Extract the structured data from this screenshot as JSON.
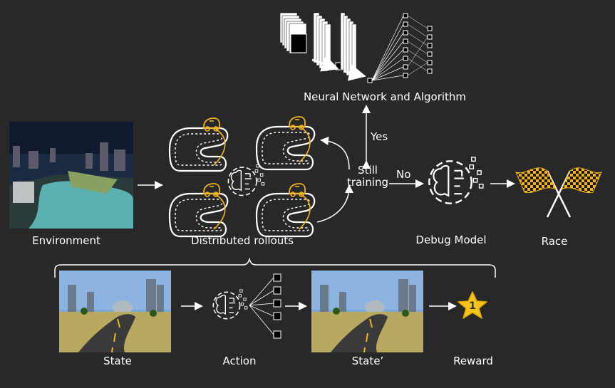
{
  "labels": {
    "neural_network": "Neural Network and Algorithm",
    "yes": "Yes",
    "no": "No",
    "still_training": "Still\ntraining",
    "environment": "Environment",
    "distributed_rollouts": "Distributed rollouts",
    "debug_model": "Debug Model",
    "race": "Race",
    "state": "State",
    "action": "Action",
    "state_prime": "State’",
    "reward": "Reward",
    "reward_value": "1"
  },
  "colors": {
    "background": "#282828",
    "foreground": "#ffffff",
    "accent": "#f2b41c",
    "star": "#f5c518",
    "water": "#5bb0b0",
    "sky": "#1a2a40"
  },
  "icons": [
    "brain-gear-icon",
    "race-car-icon",
    "checkered-flag-icon",
    "star-icon",
    "race-track-icon",
    "curly-brace-icon"
  ]
}
